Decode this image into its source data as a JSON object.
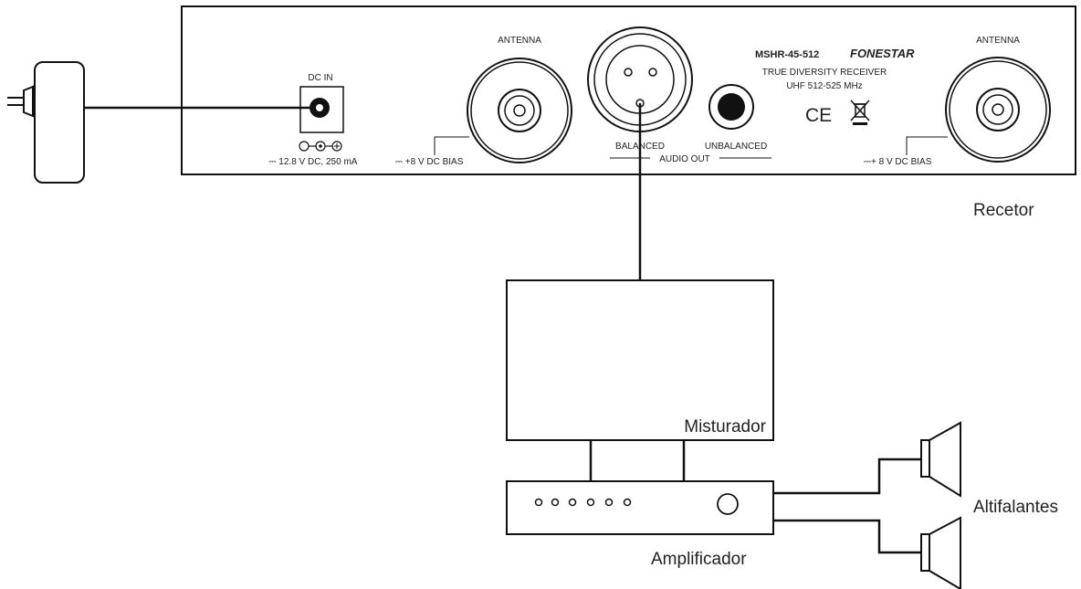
{
  "receiver": {
    "model": "MSHR-45-512",
    "brand": "FONESTAR",
    "description_line1": "TRUE DIVERSITY RECEIVER",
    "description_line2": "UHF 512-525 MHz",
    "dc_in_label": "DC IN",
    "power_spec": "⎓ 12.8 V DC, 250 mA",
    "antenna_left_label": "ANTENNA",
    "antenna_right_label": "ANTENNA",
    "bias_left": "⎓ +8 V DC BIAS",
    "bias_right": "⎓+ 8 V DC BIAS",
    "balanced_label": "BALANCED",
    "unbalanced_label": "UNBALANCED",
    "audio_out_label": "AUDIO OUT",
    "ce_mark": "CE"
  },
  "labels": {
    "receiver": "Recetor",
    "mixer": "Misturador",
    "amplifier": "Amplificador",
    "speakers": "Altifalantes"
  },
  "colors": {
    "line": "#111111",
    "background": "#ffffff"
  }
}
